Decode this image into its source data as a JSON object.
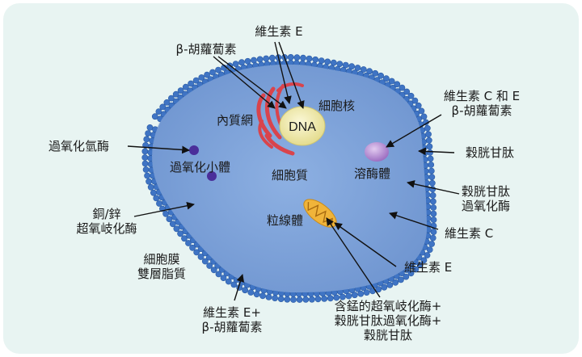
{
  "labels": {
    "vit_e_top": "維生素 E",
    "beta_carotene_top": "β-胡蘿蔔素",
    "er": "內質網",
    "nucleus": "細胞核",
    "dna": "DNA",
    "vit_ce_beta": [
      "維生素 C 和 E",
      "β-胡蘿蔔素"
    ],
    "catalase": "過氧化氫酶",
    "peroxisome": "過氧化小體",
    "cytoplasm": "細胞質",
    "lysosome": "溶酶體",
    "glutathione": "穀胱甘肽",
    "gpx": [
      "穀胱甘肽",
      "過氧化酶"
    ],
    "cu_zn_sod": [
      "銅/鋅",
      "超氧岐化酶"
    ],
    "vit_c": "維生素 C",
    "mitochondria": "粒線體",
    "vit_e_mito": "維生素 E",
    "membrane": [
      "細胞膜",
      "雙層脂質"
    ],
    "mn_sod": [
      "含錳的超氧岐化酶+",
      "穀胱甘肽過氧化酶+",
      "穀胱甘肽"
    ],
    "vit_e_beta_bottom": [
      "維生素 E+",
      "β-胡蘿蔔素"
    ]
  },
  "colors": {
    "background": "#e8f4f2",
    "cytoplasm": "#7da2d8",
    "membrane_bead": "#3f74c4",
    "er": "#d9444c",
    "nucleus": "#ece7a6",
    "lysosome": "#b48ad0",
    "peroxisome": "#4a2e9a",
    "mitochondria": "#f0b43a"
  }
}
